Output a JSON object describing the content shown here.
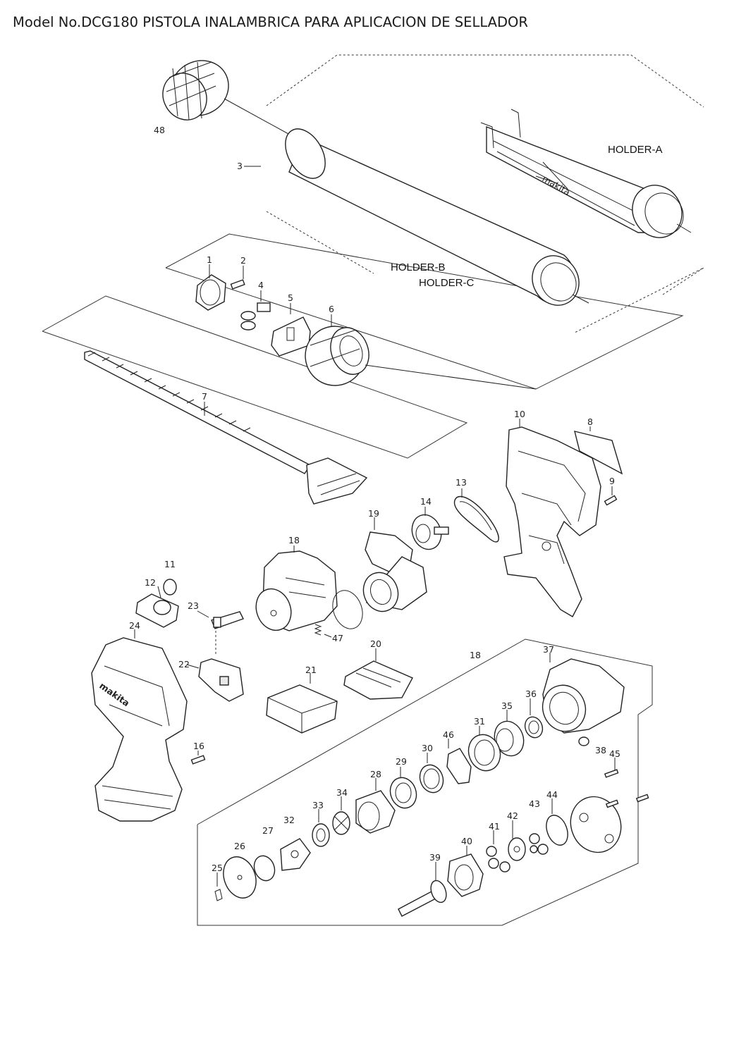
{
  "title": "Model No.DCG180 PISTOLA INALAMBRICA PARA APLICACION DE SELLADOR",
  "holders": {
    "a": "HOLDER-A",
    "b": "HOLDER-B",
    "c": "HOLDER-C"
  },
  "brand_logo": "makita",
  "part_labels": [
    "1",
    "2",
    "3",
    "4",
    "5",
    "6",
    "7",
    "8",
    "9",
    "10",
    "11",
    "12",
    "13",
    "14",
    "16",
    "18",
    "18",
    "19",
    "20",
    "21",
    "22",
    "23",
    "24",
    "25",
    "26",
    "27",
    "28",
    "29",
    "30",
    "31",
    "32",
    "33",
    "34",
    "35",
    "36",
    "37",
    "38",
    "39",
    "40",
    "41",
    "42",
    "43",
    "44",
    "45",
    "46",
    "47",
    "48"
  ]
}
